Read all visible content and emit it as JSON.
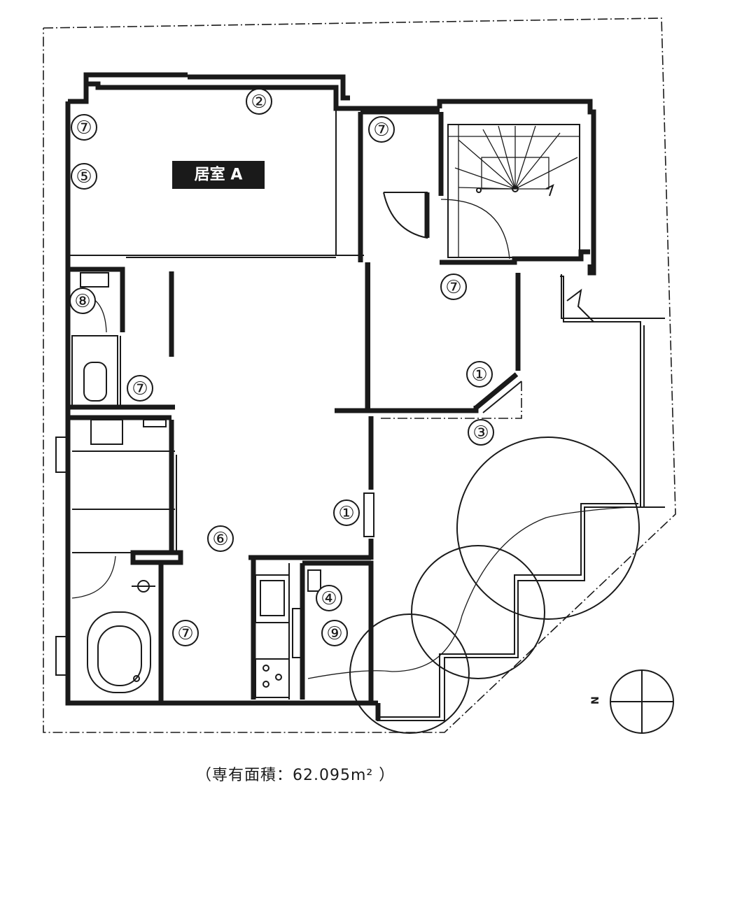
{
  "room_label": "居室 A",
  "markers": [
    {
      "id": "2",
      "label": "②"
    },
    {
      "id": "7a",
      "label": "⑦"
    },
    {
      "id": "5",
      "label": "⑤"
    },
    {
      "id": "7b",
      "label": "⑦"
    },
    {
      "id": "7c",
      "label": "⑦"
    },
    {
      "id": "8",
      "label": "⑧"
    },
    {
      "id": "7d",
      "label": "⑦"
    },
    {
      "id": "1a",
      "label": "①"
    },
    {
      "id": "3",
      "label": "③"
    },
    {
      "id": "1b",
      "label": "①"
    },
    {
      "id": "6",
      "label": "⑥"
    },
    {
      "id": "4",
      "label": "④"
    },
    {
      "id": "7e",
      "label": "⑦"
    },
    {
      "id": "9",
      "label": "⑨"
    }
  ],
  "north_label": "N",
  "area_caption": "（専有面積：62.095m² ）"
}
